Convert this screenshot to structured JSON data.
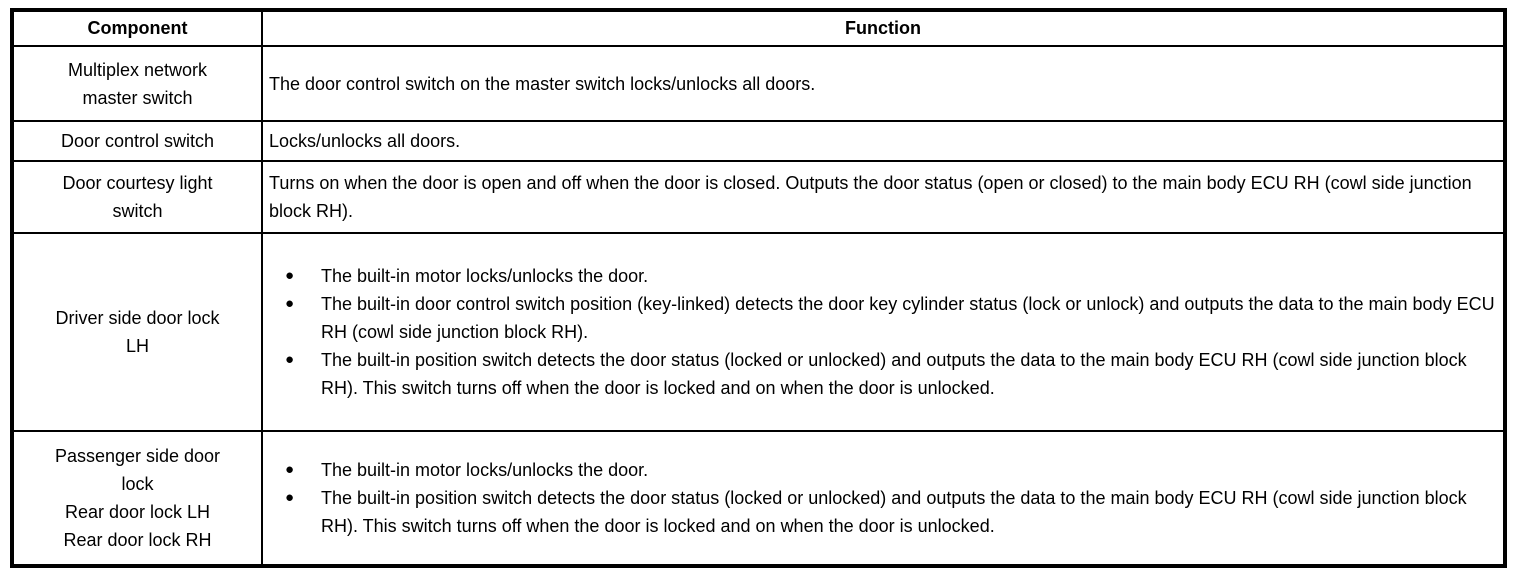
{
  "table": {
    "headers": [
      "Component",
      "Function"
    ],
    "rows": [
      {
        "component": "Multiplex network\nmaster switch",
        "function_text": "The door control switch on the master switch locks/unlocks all doors.",
        "bullets": []
      },
      {
        "component": "Door control switch",
        "function_text": "Locks/unlocks all doors.",
        "bullets": []
      },
      {
        "component": "Door courtesy light\nswitch",
        "function_text": "Turns on when the door is open and off when the door is closed. Outputs the door status (open or closed) to the main body ECU RH (cowl side junction block RH).",
        "bullets": []
      },
      {
        "component": "Driver side door lock\nLH",
        "function_text": "",
        "bullets": [
          "The built-in motor locks/unlocks the door.",
          "The built-in door control switch position (key-linked) detects the door key cylinder status (lock or unlock) and outputs the data to the main body ECU RH (cowl side junction block RH).",
          "The built-in position switch detects the door status (locked or unlocked) and outputs the data to the main body ECU RH (cowl side junction block RH). This switch turns off when the door is locked and on when the door is unlocked."
        ]
      },
      {
        "component": "Passenger side door\nlock\nRear door lock LH\nRear door lock RH",
        "function_text": "",
        "bullets": [
          "The built-in motor locks/unlocks the door.",
          "The built-in position switch detects the door status (locked or unlocked) and outputs the data to the main body ECU RH (cowl side junction block RH). This switch turns off when the door is locked and on when the door is unlocked."
        ]
      }
    ],
    "colors": {
      "border": "#000000",
      "background": "#ffffff",
      "text": "#000000"
    },
    "bullet_glyph": "●"
  }
}
